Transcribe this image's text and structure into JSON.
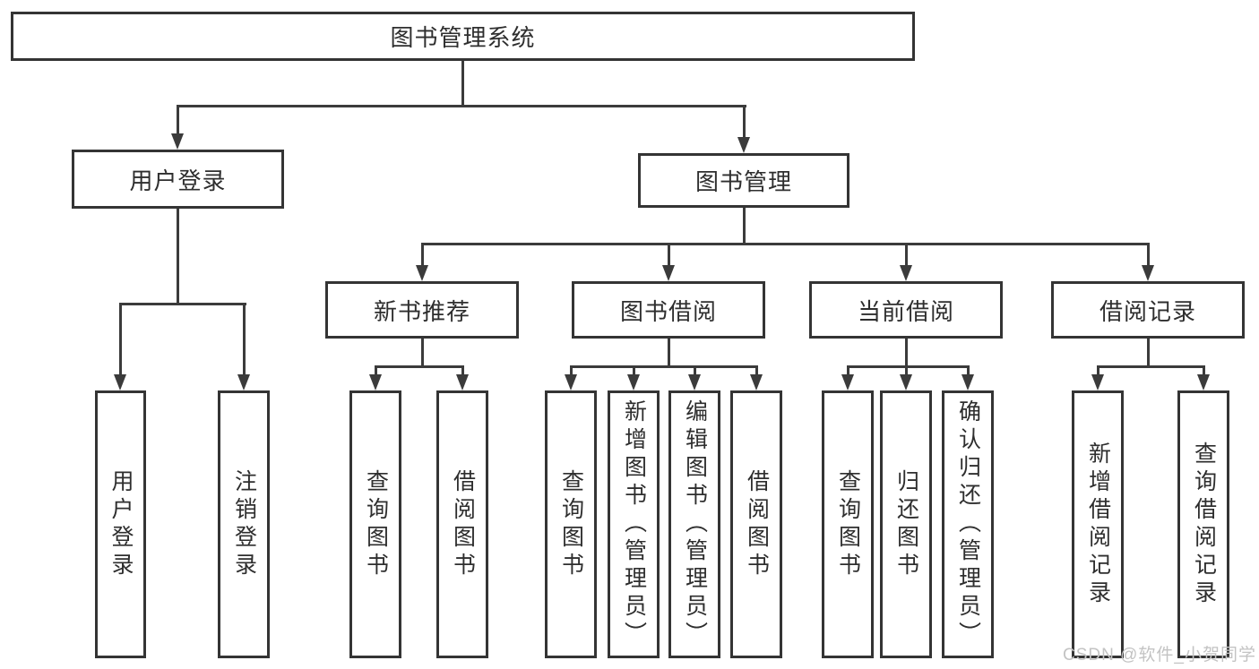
{
  "diagram": {
    "root": {
      "label": "图书管理系统"
    },
    "login_branch": {
      "label": "用户登录",
      "children": [
        {
          "label": "用户登录"
        },
        {
          "label": "注销登录"
        }
      ]
    },
    "management_branch": {
      "label": "图书管理",
      "sections": [
        {
          "label": "新书推荐",
          "children": [
            {
              "label": "查询图书"
            },
            {
              "label": "借阅图书"
            }
          ]
        },
        {
          "label": "图书借阅",
          "children": [
            {
              "label": "查询图书"
            },
            {
              "label": "新增图书（管理员）"
            },
            {
              "label": "编辑图书（管理员）"
            },
            {
              "label": "借阅图书"
            }
          ]
        },
        {
          "label": "当前借阅",
          "children": [
            {
              "label": "查询图书"
            },
            {
              "label": "归还图书"
            },
            {
              "label": "确认归还（管理员）"
            }
          ]
        },
        {
          "label": "借阅记录",
          "children": [
            {
              "label": "新增借阅记录"
            },
            {
              "label": "查询借阅记录"
            }
          ]
        }
      ]
    },
    "watermark": "CSDN @软件_小贺同学",
    "colors": {
      "line": "#3b3b3b",
      "border": "#343434",
      "text": "#2e2e2e",
      "watermark": "#c3c3c3",
      "background": "#ffffff"
    }
  }
}
